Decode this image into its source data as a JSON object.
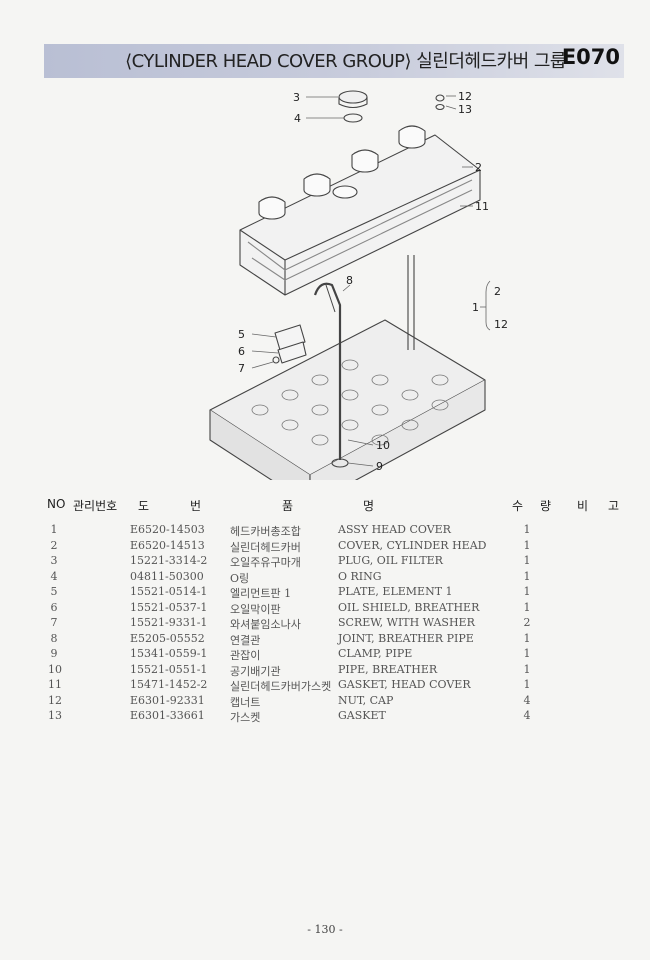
{
  "header": {
    "title": "⟨CYLINDER HEAD COVER GROUP⟩ 실린더헤드카버 그룹",
    "code": "E070"
  },
  "diagram": {
    "callouts": [
      "3",
      "4",
      "12",
      "13",
      "2",
      "11",
      "8",
      "1",
      "2",
      "12",
      "5",
      "6",
      "7",
      "10",
      "9"
    ]
  },
  "table": {
    "headers": {
      "no": "NO",
      "mgmt_no": "관리번호",
      "drawing_a": "도",
      "drawing_b": "번",
      "name_a": "품",
      "name_b": "명",
      "qty_a": "수",
      "qty_b": "량",
      "remark_a": "비",
      "remark_b": "고"
    },
    "rows": [
      {
        "no": "1",
        "code": "E6520-14503",
        "kor": "헤드카버총조합",
        "name": "ASSY HEAD COVER",
        "qty": "1"
      },
      {
        "no": "2",
        "code": "E6520-14513",
        "kor": "실린더헤드카버",
        "name": "COVER, CYLINDER HEAD",
        "qty": "1"
      },
      {
        "no": "3",
        "code": "15221-3314-2",
        "kor": "오일주유구마개",
        "name": "PLUG, OIL FILTER",
        "qty": "1"
      },
      {
        "no": "4",
        "code": "04811-50300",
        "kor": "O링",
        "name": "O RING",
        "qty": "1"
      },
      {
        "no": "5",
        "code": "15521-0514-1",
        "kor": "엘리먼트판 1",
        "name": "PLATE, ELEMENT 1",
        "qty": "1"
      },
      {
        "no": "6",
        "code": "15521-0537-1",
        "kor": "오일막이판",
        "name": "OIL SHIELD, BREATHER",
        "qty": "1"
      },
      {
        "no": "7",
        "code": "15521-9331-1",
        "kor": "와셔붙임소나사",
        "name": "SCREW, WITH WASHER",
        "qty": "2"
      },
      {
        "no": "8",
        "code": "E5205-05552",
        "kor": "연결관",
        "name": "JOINT, BREATHER PIPE",
        "qty": "1"
      },
      {
        "no": "9",
        "code": "15341-0559-1",
        "kor": "관잡이",
        "name": "CLAMP, PIPE",
        "qty": "1"
      },
      {
        "no": "10",
        "code": "15521-0551-1",
        "kor": "공기배기관",
        "name": "PIPE, BREATHER",
        "qty": "1"
      },
      {
        "no": "11",
        "code": "15471-1452-2",
        "kor": "실린더헤드카버가스켓",
        "name": "GASKET, HEAD COVER",
        "qty": "1"
      },
      {
        "no": "12",
        "code": "E6301-92331",
        "kor": "캡너트",
        "name": "NUT, CAP",
        "qty": "4"
      },
      {
        "no": "13",
        "code": "E6301-33661",
        "kor": "가스켓",
        "name": "GASKET",
        "qty": "4"
      }
    ]
  },
  "footer": {
    "page": "- 130 -"
  }
}
